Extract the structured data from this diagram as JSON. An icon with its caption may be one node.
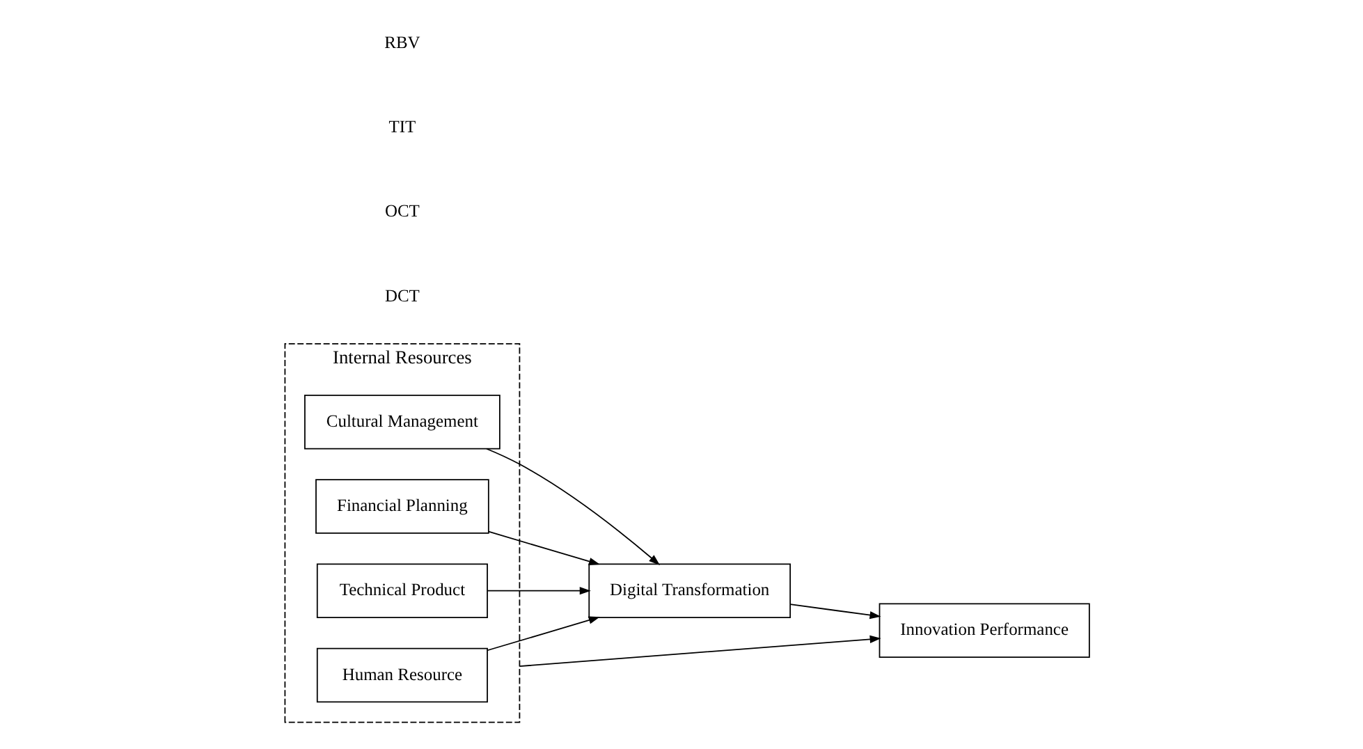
{
  "diagram": {
    "nodes": [
      {
        "text": [
          "Internal Resources"
        ]
      },
      {
        "text": [
          "Human Resource"
        ],
        "in": 0
      },
      {
        "text": [
          "Financial Planning"
        ],
        "in": 0
      },
      {
        "text": [
          "Technical Product"
        ],
        "in": 0
      },
      {
        "text": [
          "Cultural Management"
        ],
        "in": 0
      },
      {
        "text": [
          "Digital Transformation"
        ]
      },
      {
        "text": [
          "Innovation Performance"
        ]
      }
    ],
    "edges": [
      {
        "from": 1,
        "to": 5,
        "arrow": "to"
      },
      {
        "from": 2,
        "to": 5,
        "arrow": "to"
      },
      {
        "from": 3,
        "to": 5,
        "arrow": "to"
      },
      {
        "from": 4,
        "to": 5,
        "arrow": "to"
      },
      {
        "from": 5,
        "to": 6,
        "arrow": "to"
      },
      {
        "from": 0,
        "to": 6,
        "arrow": "to"
      }
    ],
    "labels": [
      "RBV",
      "TIT",
      "OCT",
      "DCT"
    ]
  }
}
